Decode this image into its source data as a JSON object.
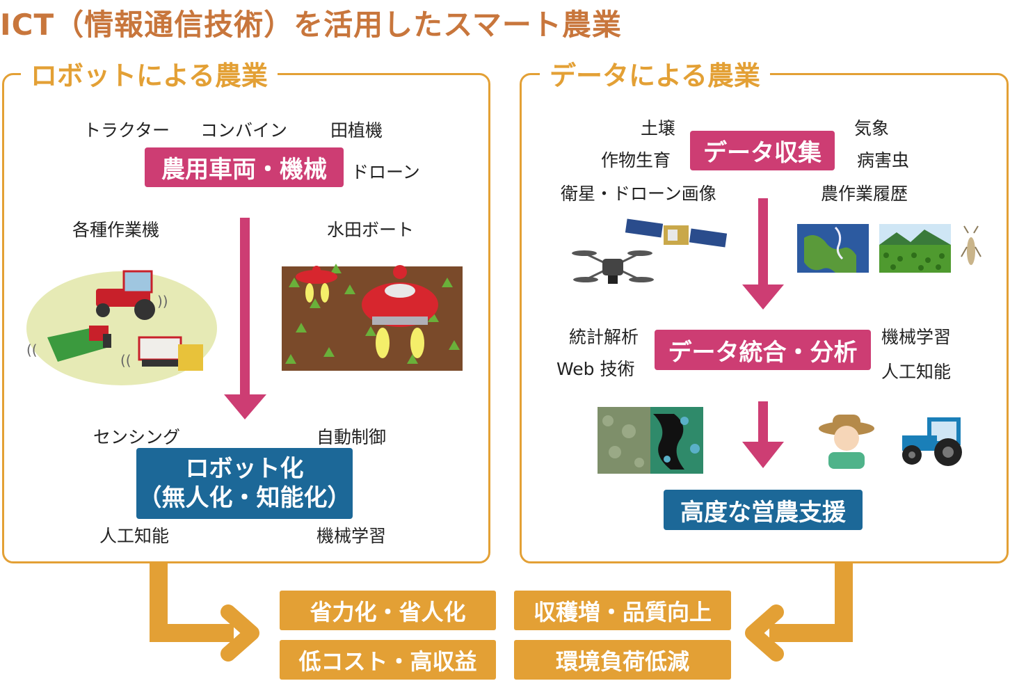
{
  "title": "ICT（情報通信技術）を活用したスマート農業",
  "left": {
    "heading": "ロボットによる農業",
    "labels_top": [
      "トラクター",
      "コンバイン",
      "田植機",
      "ドローン"
    ],
    "box1": "農用車両・機械",
    "labels_mid": [
      "各種作業機",
      "水田ボート"
    ],
    "labels_bottom": [
      "センシング",
      "自動制御",
      "人工知能",
      "機械学習"
    ],
    "box2_line1": "ロボット化",
    "box2_line2": "（無人化・知能化）"
  },
  "right": {
    "heading": "データによる農業",
    "labels_top": [
      "土壌",
      "作物生育",
      "衛星・ドローン画像",
      "気象",
      "病害虫",
      "農作業履歴"
    ],
    "box1": "データ収集",
    "labels_mid": [
      "統計解析",
      "Web 技術",
      "機械学習",
      "人工知能"
    ],
    "box2": "データ統合・分析",
    "box3": "高度な営農支援"
  },
  "results": [
    "省力化・省人化",
    "収穫増・品質向上",
    "低コスト・高収益",
    "環境負荷低減"
  ],
  "colors": {
    "orange": "#e3a035",
    "pink": "#cd3d73",
    "blue": "#1c6898",
    "title": "#c8763c"
  }
}
